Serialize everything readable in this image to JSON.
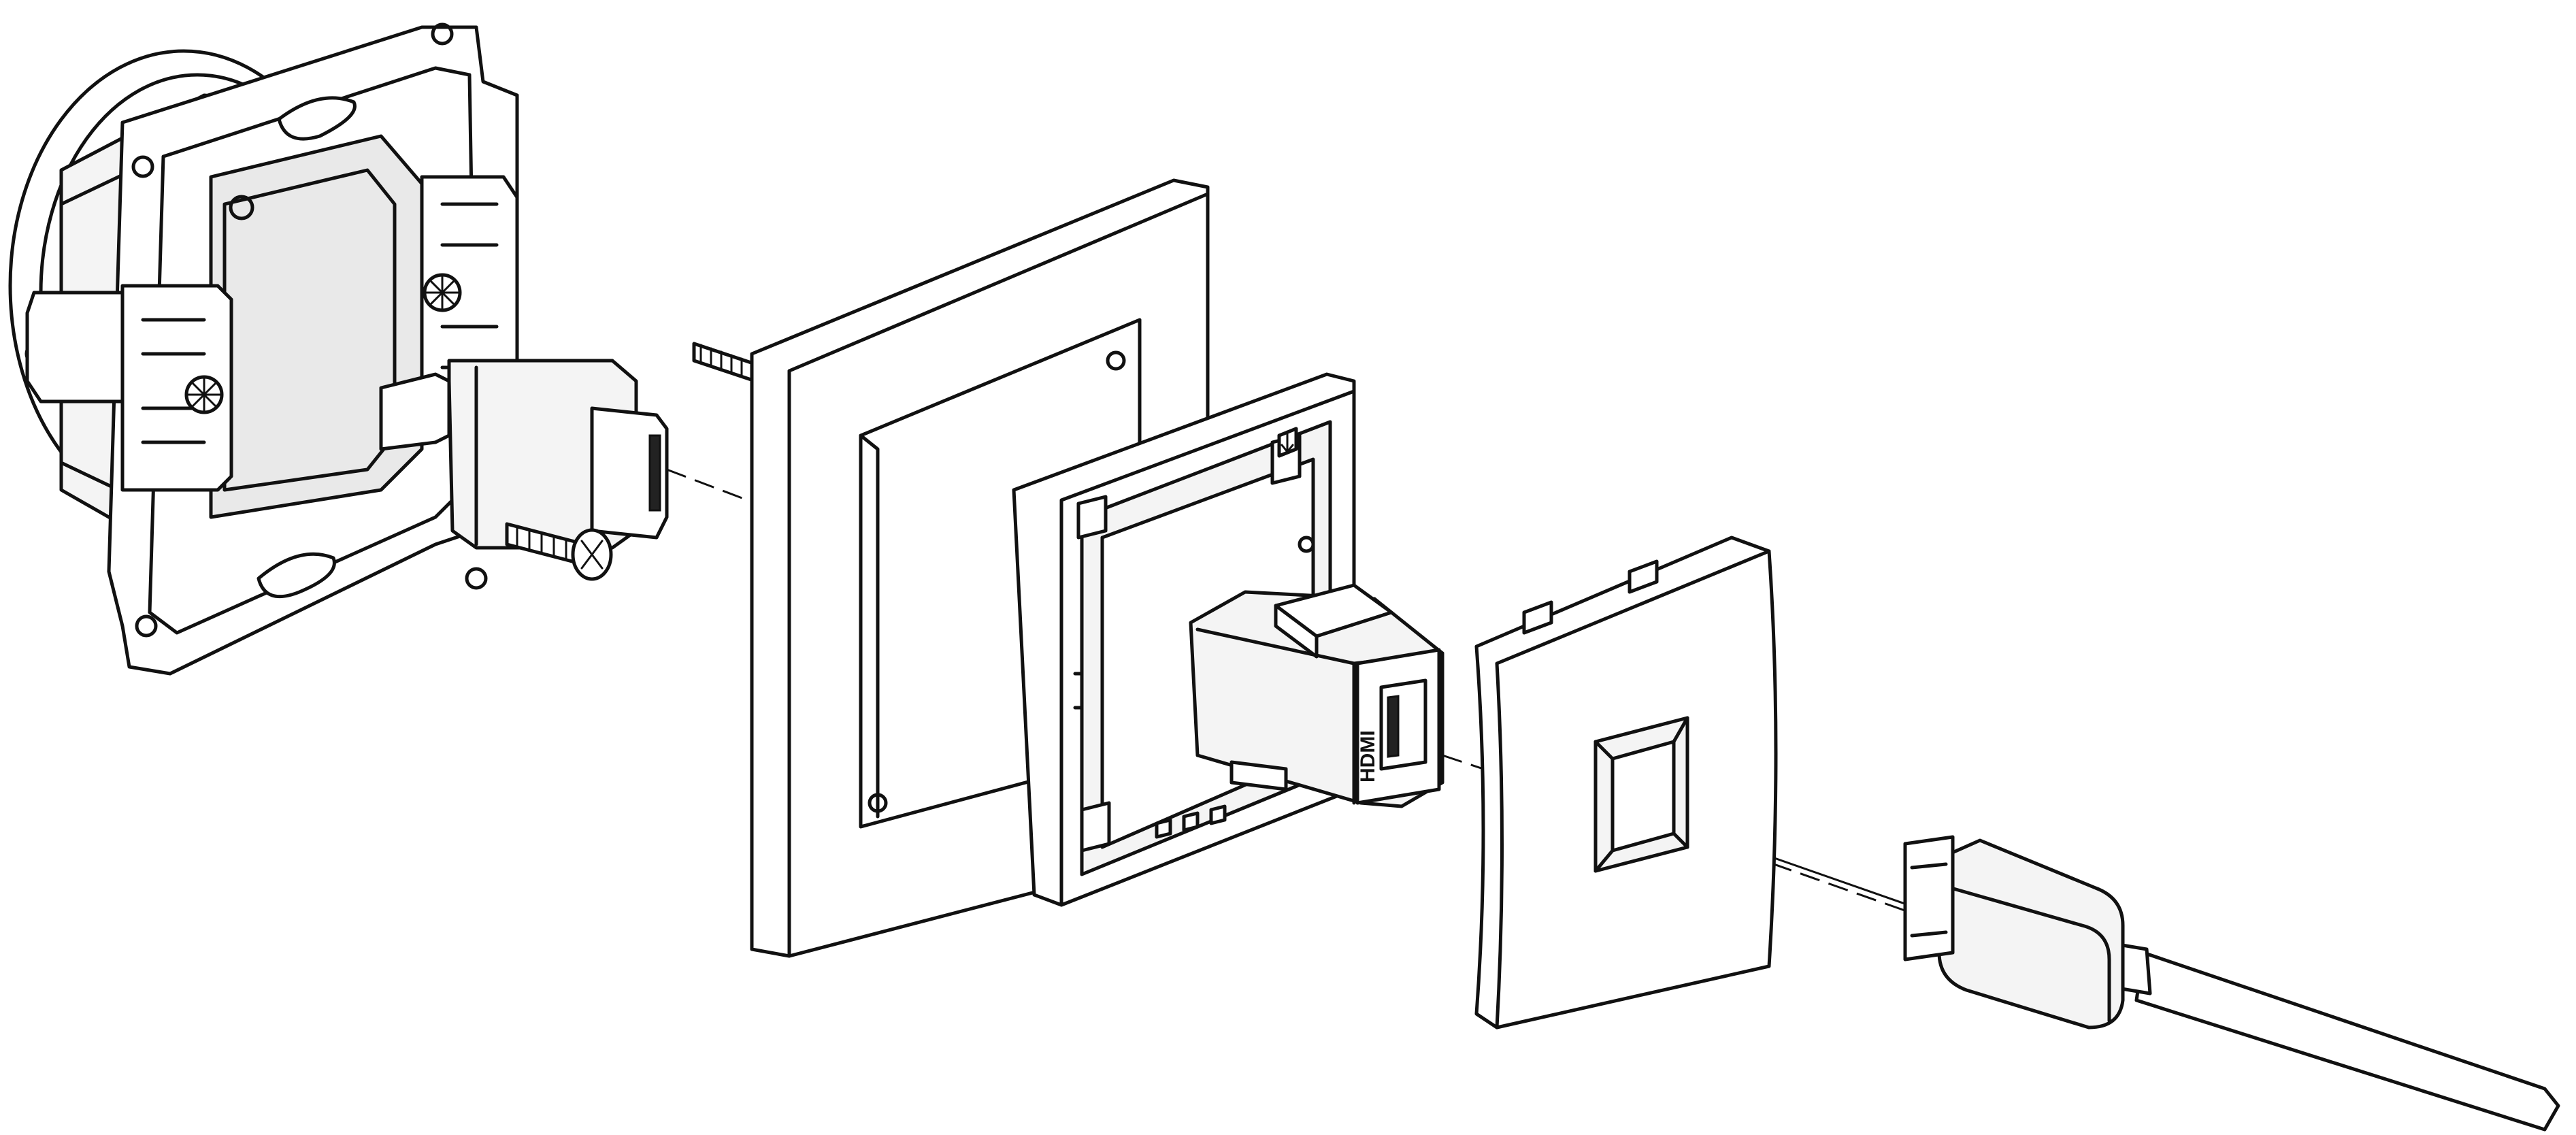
{
  "figure": {
    "type": "exploded assembly drawing",
    "background": "#ffffff",
    "line_color": "#111111"
  },
  "parts": [
    {
      "id": "mounting-frame-with-socket",
      "icon": "wall-mounting-frame"
    },
    {
      "id": "fixing-screws",
      "icon": "screw-icon"
    },
    {
      "id": "cover-frame",
      "icon": "square-frame"
    },
    {
      "id": "intermediate-frame",
      "icon": "inner-frame"
    },
    {
      "id": "coupler-module",
      "icon": "hdmi-coupler",
      "marking": "HDMI"
    },
    {
      "id": "cover-plate",
      "icon": "cover-plate-with-opening"
    },
    {
      "id": "plug-cable",
      "icon": "hdmi-plug"
    }
  ],
  "coupler_marking": "HDMI"
}
